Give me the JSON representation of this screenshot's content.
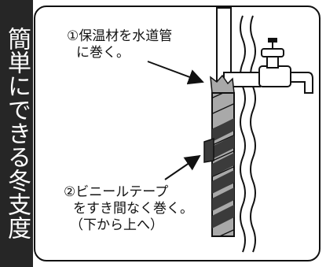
{
  "sidebar": {
    "title": "簡単にできる冬支度"
  },
  "annotations": [
    {
      "lines": [
        "①保温材を水道管",
        "に巻く。"
      ]
    },
    {
      "lines": [
        "②ビニールテープ",
        "をすき間なく巻く。",
        "（下から上へ）"
      ]
    }
  ],
  "colors": {
    "sidebar_bg": "#262626",
    "insulation": "#a9a9a9",
    "tape": "#3b3b3b",
    "line": "#111111"
  }
}
